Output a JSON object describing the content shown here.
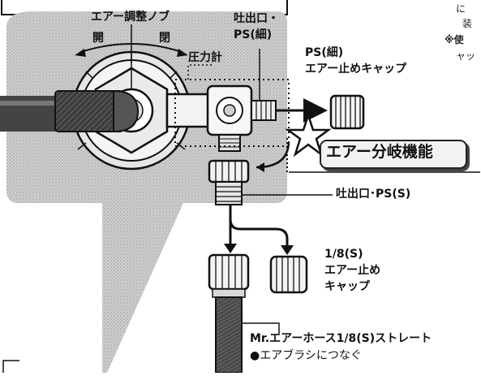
{
  "labels": {
    "air_knob": "エアー調整ノブ",
    "open": "開",
    "close": "閉",
    "gauge": "圧力計",
    "outlet_fine_1": "吐出口・",
    "outlet_fine_2": "PS(細)",
    "cap_fine_1": "PS(細)",
    "cap_fine_2": "エアー止めキャップ",
    "branch": "エアー分岐機能",
    "outlet_s": "吐出口･PS(S)",
    "cap_s_1": "1/8(S)",
    "cap_s_2": "エアー止め",
    "cap_s_3": "キャップ",
    "hose_1": "Mr.エアーホース1/8(S)ストレート",
    "hose_2": "●エアブラシにつなぐ"
  },
  "fragments": {
    "top_right_1": "に",
    "top_right_2": "装",
    "top_right_3": "※使",
    "top_right_4": "ャッ"
  },
  "colors": {
    "bubble": "#c4c4c4",
    "ink": "#111111",
    "metal": "#e8e8e8",
    "hose": "#555555"
  }
}
